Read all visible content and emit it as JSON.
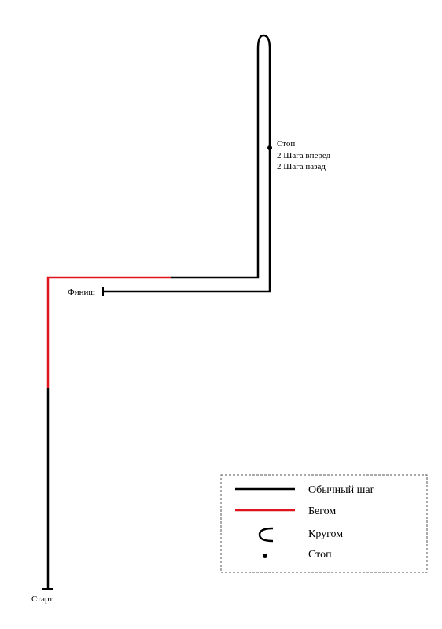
{
  "colors": {
    "walk": "#000000",
    "run": "#e0141e",
    "background": "#ffffff",
    "legend_border": "#555555"
  },
  "labels": {
    "start": "Старт",
    "finish": "Финиш",
    "stop_note": {
      "line1": "Стоп",
      "line2": "2 Шага вперед",
      "line3": "2 Шага назад"
    }
  },
  "legend": {
    "walk": "Обычный шаг",
    "run": "Бегом",
    "turn": "Кругом",
    "stop": "Стоп"
  },
  "icons": {
    "turn": "turn-around-icon",
    "stop": "stop-dot-icon"
  }
}
